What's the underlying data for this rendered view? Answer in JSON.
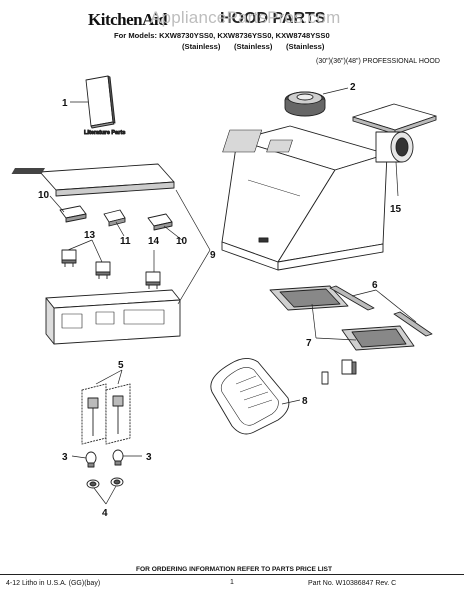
{
  "header": {
    "brand": "KitchenAid",
    "watermark": "AppliancePartsPros.com",
    "title": "HOOD PARTS",
    "models_line": "For Models: KXW8730YSS0, KXW8736YSS0, KXW8748YSS0",
    "model_suffixes": [
      "(Stainless)",
      "(Stainless)",
      "(Stainless)"
    ],
    "hood_type": "(30\")(36\")(48\") PROFESSIONAL HOOD"
  },
  "literature_label": "Literature Parts",
  "callouts": [
    "1",
    "2",
    "3",
    "3",
    "4",
    "5",
    "6",
    "7",
    "8",
    "9",
    "10",
    "10",
    "11",
    "13",
    "14",
    "15"
  ],
  "footer": {
    "note": "FOR ORDERING INFORMATION REFER TO PARTS PRICE LIST",
    "litho": "4-12 Litho in U.S.A. (GG)(bay)",
    "page": "1",
    "part_no": "Part No. W10386847 Rev. C"
  }
}
